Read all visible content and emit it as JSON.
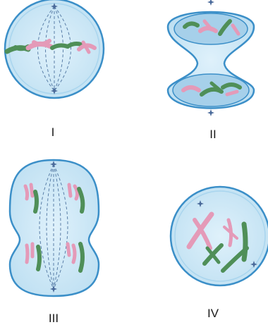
{
  "panels": [
    {
      "label": "I"
    },
    {
      "label": "II"
    },
    {
      "label": "III"
    },
    {
      "label": "IV"
    }
  ],
  "colors": {
    "cytoplasm_fill": "#c5e4f4",
    "cytoplasm_inner": "#d8eef9",
    "membrane": "#3b8fc8",
    "spindle": "#5a7fa8",
    "chromosome_green": "#4f8f58",
    "chromosome_pink": "#e49ab8",
    "centriole": "#4a6a9a"
  },
  "icons": [
    "centriole-icon",
    "chromosome-icon"
  ]
}
